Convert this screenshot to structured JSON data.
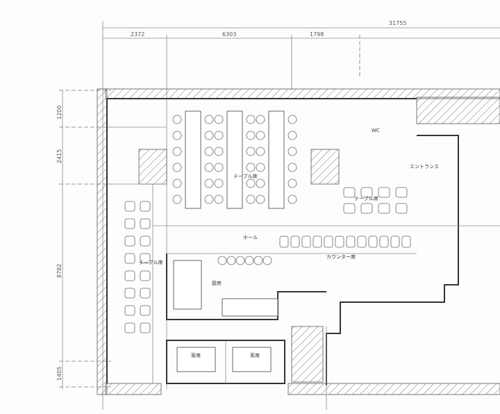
{
  "drawing": {
    "dimensions_top": {
      "overall": "31755",
      "seg1": "2372",
      "seg2": "6303",
      "seg3": "1798"
    },
    "dimensions_left": {
      "seg1": "1200",
      "seg2": "2415",
      "seg3": "8782",
      "seg4": "1405"
    },
    "rooms": {
      "table_seats_left": "テーブル席",
      "table_seats_center": "テーブル席",
      "table_seats_right": "テーブル席",
      "hall": "ホール",
      "counter": "カウンター席",
      "entrance": "エントランス",
      "kitchen": "厨房",
      "private_1": "客席",
      "private_2": "客席",
      "wc": "WC"
    }
  }
}
